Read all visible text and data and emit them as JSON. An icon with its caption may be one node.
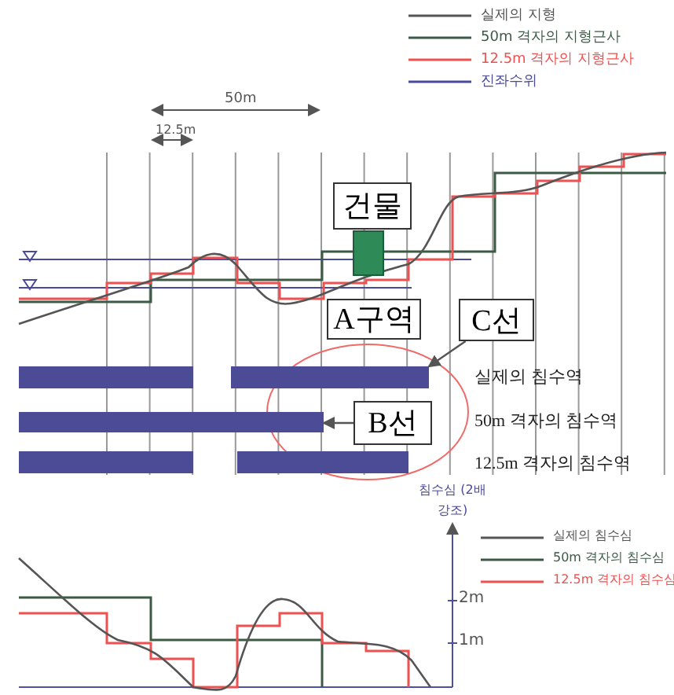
{
  "diagram": {
    "nodes": [
      {
        "text": [
          "건물"
        ]
      },
      {
        "text": [
          "A구역"
        ]
      },
      {
        "text": [
          "C선"
        ]
      },
      {
        "text": [
          "B선"
        ]
      },
      {
        "text": [],
        "shape": "bar"
      },
      {
        "text": [],
        "shape": "bar"
      }
    ],
    "edges": [
      {
        "from": 2,
        "to": 4,
        "arrow": "to"
      },
      {
        "from": 3,
        "to": 5,
        "arrow": "to"
      }
    ],
    "labels": [
      "50m",
      "12.5m",
      "실제의 침수역",
      "50m 격자의 침수역",
      "12.5m 격자의 침수역",
      "침수심 (2배 강조)",
      "2m",
      "1m"
    ],
    "legend": [
      {
        "text": "실제의 지형"
      },
      {
        "text": "50m 격자의 지형근사"
      },
      {
        "text": "12.5m 격자의 지형근사"
      },
      {
        "text": "진좌수위"
      },
      {
        "text": "실제의 침수심"
      },
      {
        "text": "50m 격자의 침수심"
      },
      {
        "text": "12.5m 격자의 침수심"
      }
    ]
  }
}
